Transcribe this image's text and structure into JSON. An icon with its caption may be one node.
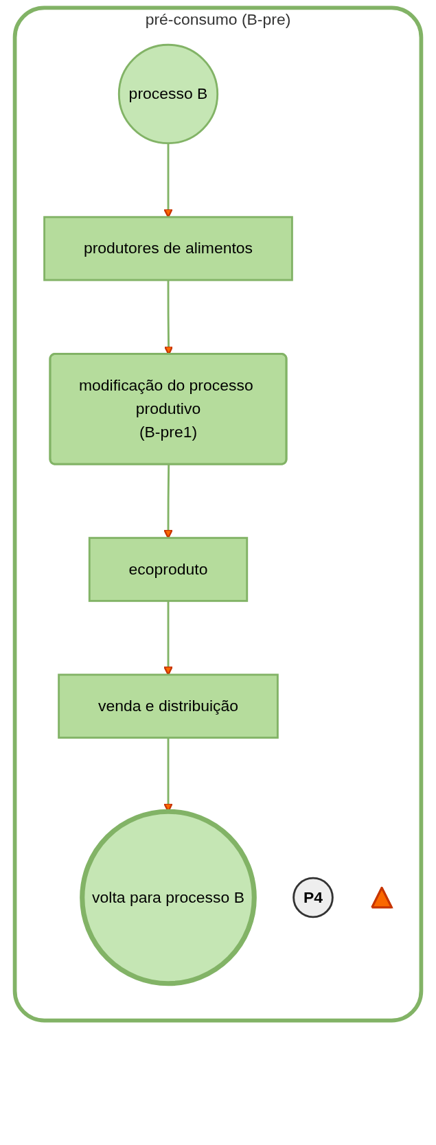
{
  "diagram": {
    "nodes": [
      {
        "text": [
          "pré-consumo (B-pre)"
        ]
      },
      {
        "text": [
          "processo B"
        ],
        "in": 0
      },
      {
        "text": [
          "produtores de alimentos"
        ],
        "in": 0
      },
      {
        "text": [
          "modificação do processo produtivo",
          "(B-pre1)"
        ],
        "in": 0
      },
      {
        "text": [
          "ecoproduto"
        ],
        "in": 0
      },
      {
        "text": [
          "venda e distribuição"
        ],
        "in": 0
      },
      {
        "text": [
          "volta para processo B"
        ],
        "in": 0
      },
      {
        "text": [
          "P4"
        ],
        "in": 0
      },
      {
        "text": [],
        "shape": "triangle",
        "in": 0
      }
    ],
    "edges": [
      {
        "from": 1,
        "to": 2,
        "arrow": "to"
      },
      {
        "from": 2,
        "to": 3,
        "arrow": "to"
      },
      {
        "from": 3,
        "to": 4,
        "arrow": "to"
      },
      {
        "from": 4,
        "to": 5,
        "arrow": "to"
      },
      {
        "from": 5,
        "to": 6,
        "arrow": "to"
      }
    ]
  }
}
